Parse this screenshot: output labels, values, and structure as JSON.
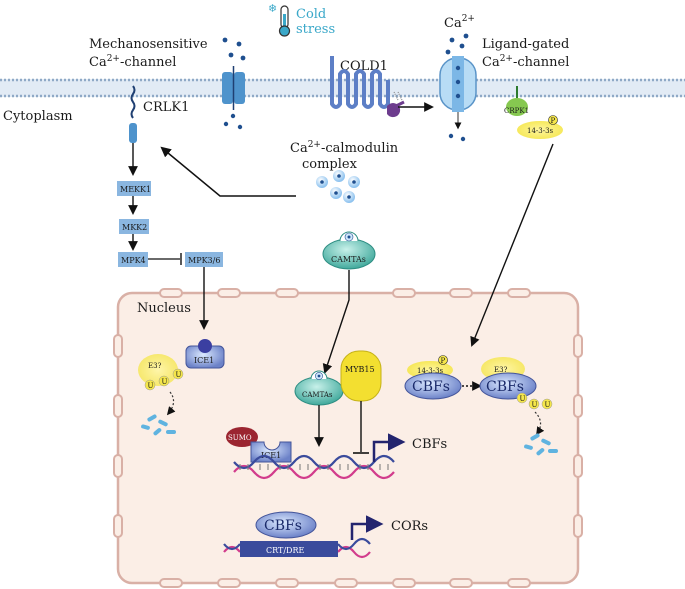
{
  "labels": {
    "cold_stress": [
      "Cold",
      "stress"
    ],
    "mechanosensitive": [
      "Mechanosensitive",
      "Ca2+-channel"
    ],
    "cold1": "COLD1",
    "ca2": "Ca2+",
    "ligand_gated": [
      "Ligand-gated",
      "Ca2+-channel"
    ],
    "cytoplasm": "Cytoplasm",
    "crlk1": "CRLK1",
    "crpk1": "CRPK1",
    "calmodulin": [
      "Ca2+-calmodulin",
      "complex"
    ],
    "mekk1": "MEKK1",
    "mkk2": "MKK2",
    "mpk4": "MPK4",
    "mpk36": "MPK3/6",
    "camtas": "CAMTAs",
    "nucleus": "Nucleus",
    "ice1": "ICE1",
    "e3": "E3?",
    "u": "U",
    "myb15": "MYB15",
    "sumo": "SUMO",
    "cbfs": "CBFs",
    "p": "P",
    "fourteen33": "14-3-3s",
    "crt_dre": "CRT/DRE",
    "cors": "CORs"
  },
  "colors": {
    "membrane": "#a9c2dc",
    "nucleus_fill": "#fbeee6",
    "nucleus_border": "#d9b0a6",
    "kinase_box": "#8ab6e0",
    "protein_blue": "#6c82c8",
    "camta_teal": "#57c1b4",
    "yellow": "#f5e64a",
    "sumo_red": "#9b2530",
    "dna_pink": "#d23c8c",
    "dna_blue": "#3a4b9c",
    "arrow_navy": "#23246e",
    "cold_blue": "#3aa8c9"
  }
}
